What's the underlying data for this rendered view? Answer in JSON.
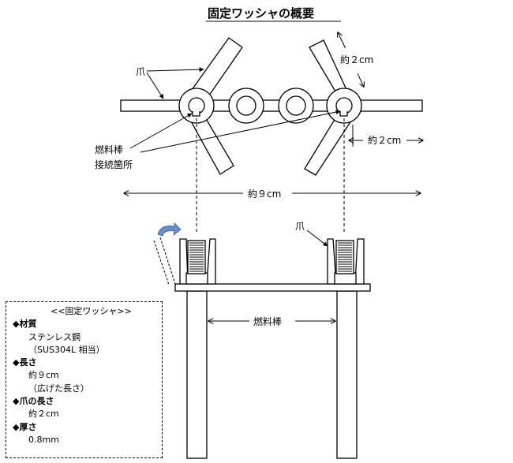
{
  "title": "固定ワッシャの概要",
  "labels": {
    "claw": "爪",
    "fuel_rod_junction_line1": "燃料棒",
    "fuel_rod_junction_line2": "接続箇所",
    "claw_length": "約２cm",
    "claw_width": "約２cm",
    "total_length": "約９cm",
    "claw_side": "爪",
    "fuel_rod": "燃料棒"
  },
  "spec": {
    "header": "<<固定ワッシャ>>",
    "items": [
      {
        "bullet": "◆",
        "name": "材質",
        "value": "ステンレス鋼",
        "note": "（SUS304L 相当）"
      },
      {
        "bullet": "◆",
        "name": "長さ",
        "value": "約９cm",
        "note": "（広げた長さ）"
      },
      {
        "bullet": "◆",
        "name": "爪の長さ",
        "value": "約２cm",
        "note": ""
      },
      {
        "bullet": "◆",
        "name": "厚さ",
        "value": "0.8mm",
        "note": ""
      }
    ]
  },
  "colors": {
    "line": "#000000",
    "background": "#ffffff",
    "fill": "#ffffff",
    "bolt_arrow": "#6b8fc8"
  }
}
